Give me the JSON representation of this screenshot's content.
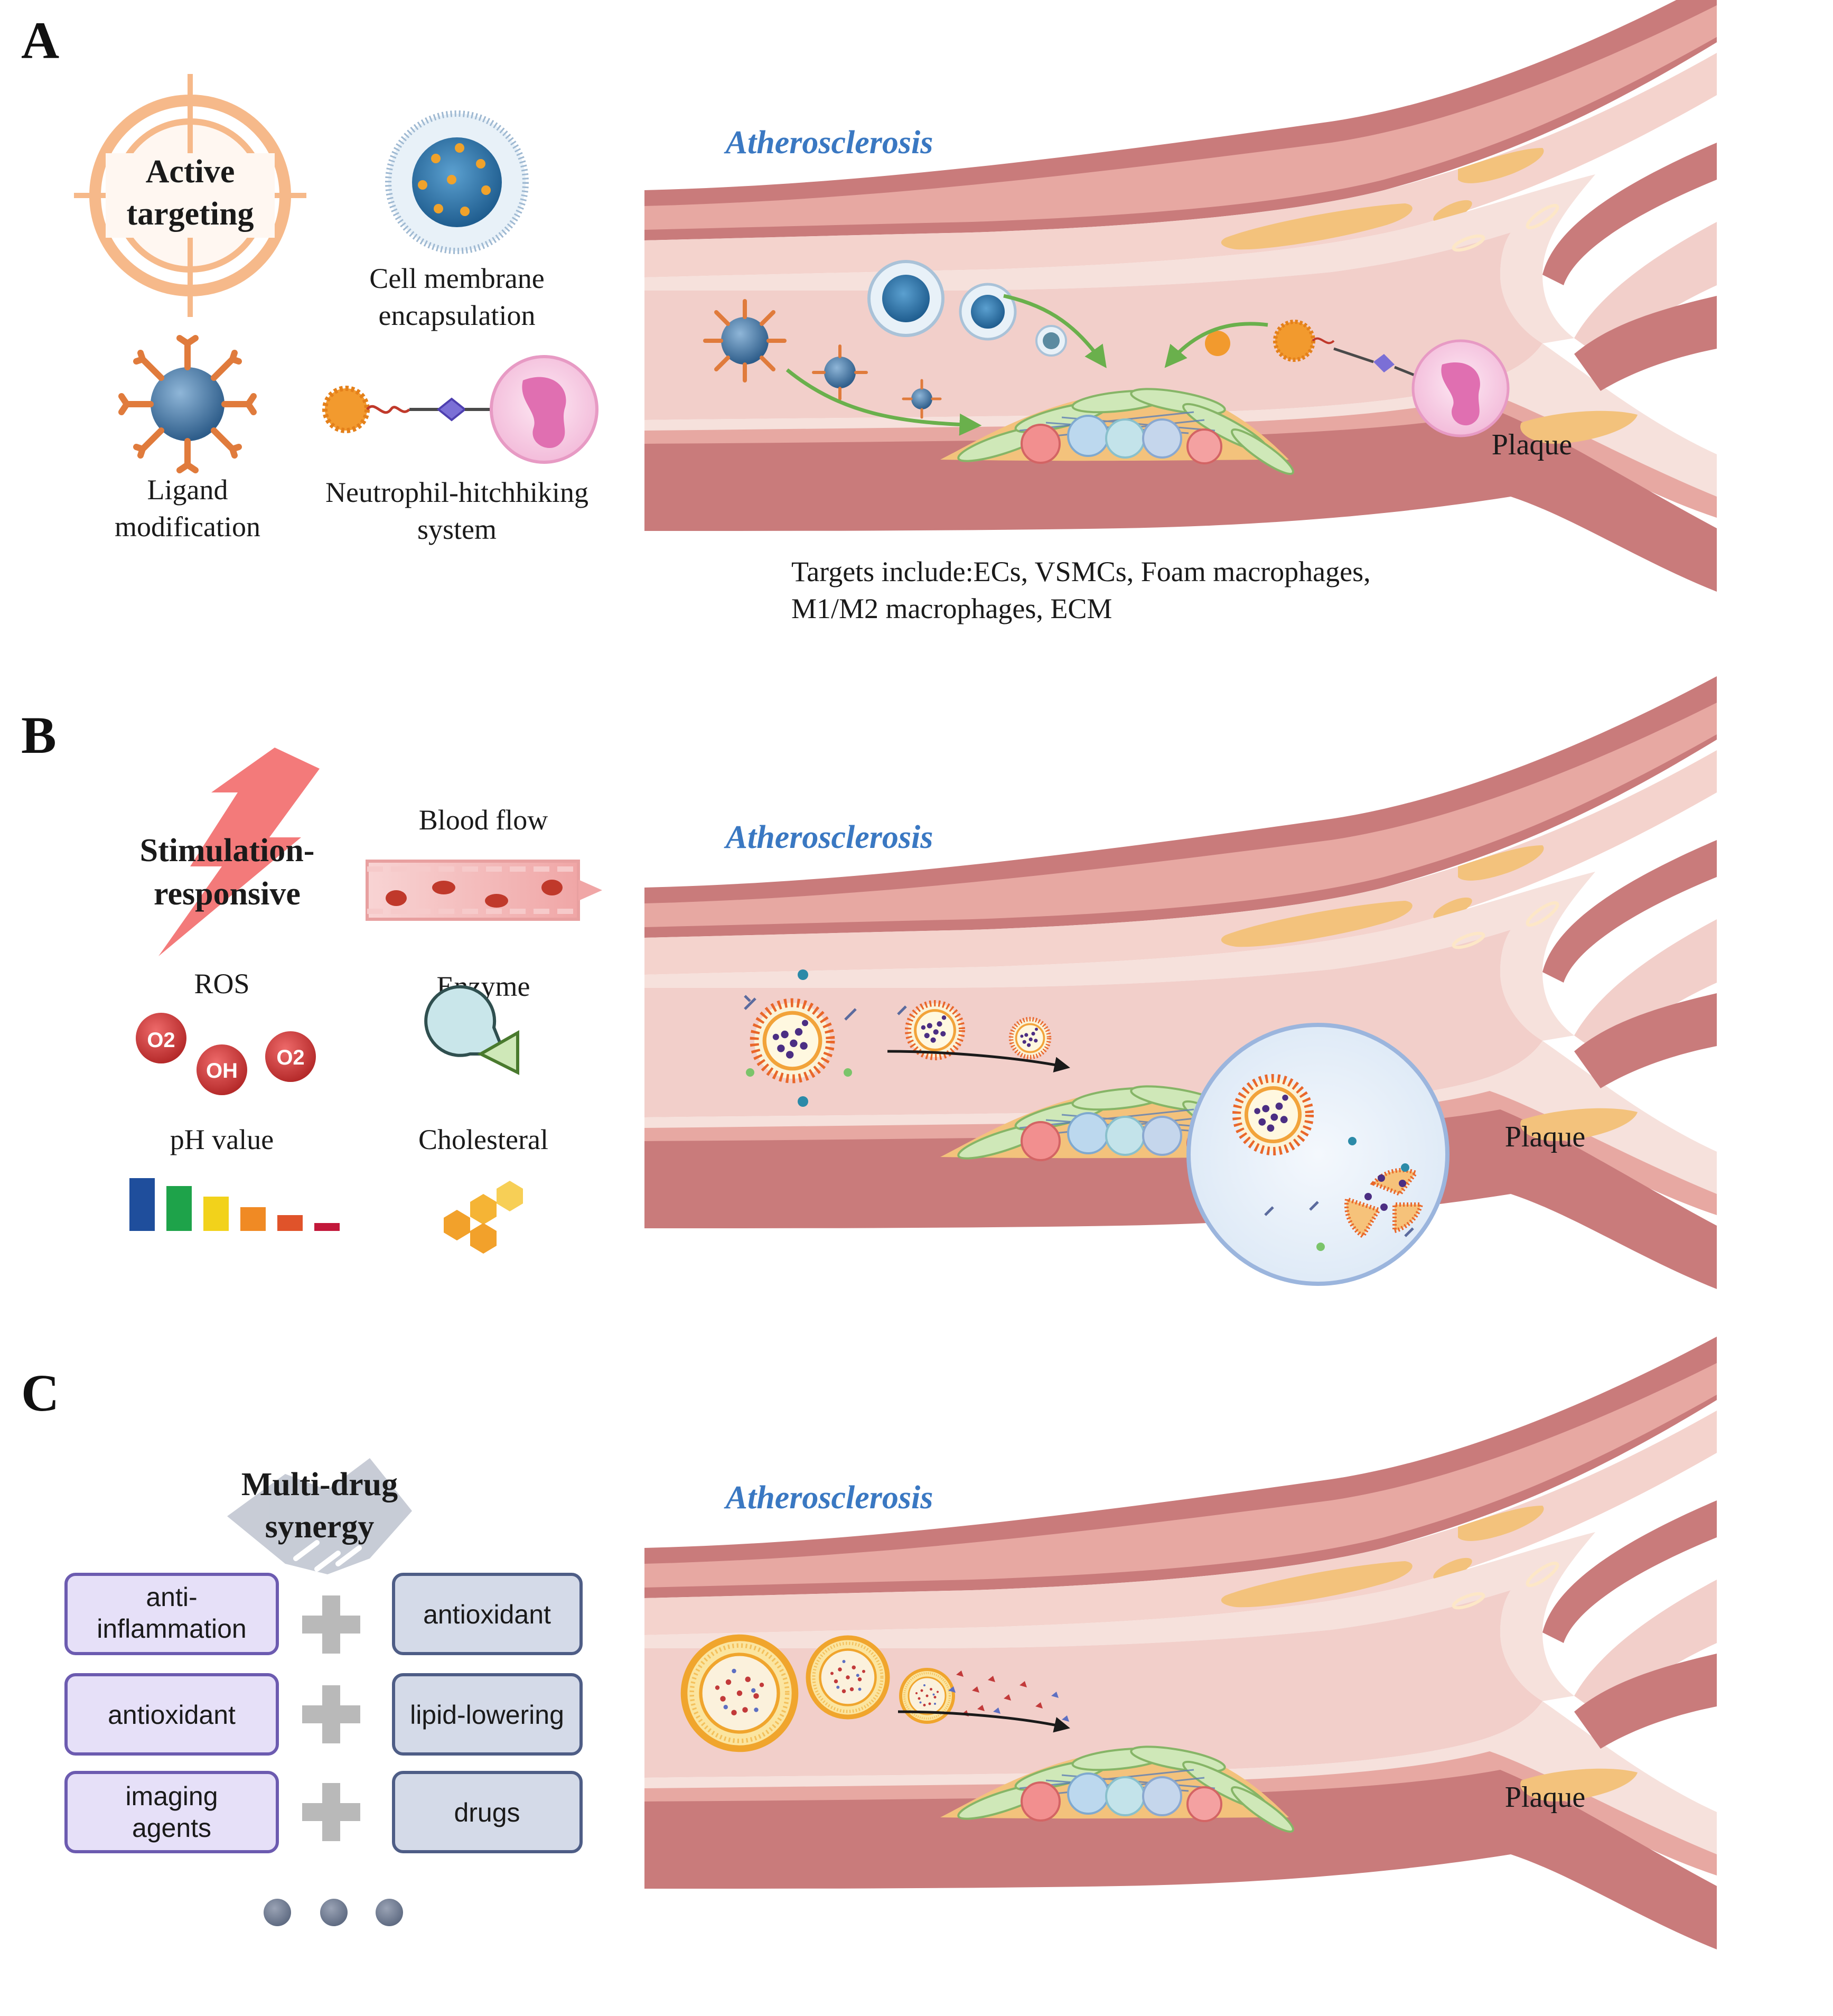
{
  "panels": {
    "a": {
      "letter": "A",
      "title": "Atherosclerosis",
      "strategy_line1": "Active",
      "strategy_line2": "targeting",
      "cell_membrane_line1": "Cell membrane",
      "cell_membrane_line2": "encapsulation",
      "ligand_line1": "Ligand",
      "ligand_line2": "modification",
      "neutrophil_line1": "Neutrophil-hitchhiking",
      "neutrophil_line2": "system",
      "plaque_label": "Plaque",
      "targets_line1": "Targets include:ECs, VSMCs, Foam macrophages,",
      "targets_line2": "M1/M2 macrophages, ECM"
    },
    "b": {
      "letter": "B",
      "title": "Atherosclerosis",
      "strategy_line1": "Stimulation-",
      "strategy_line2": "responsive",
      "blood_flow": "Blood flow",
      "ros": "ROS",
      "ros_o2_a": "O2",
      "ros_oh": "OH",
      "ros_o2_b": "O2",
      "enzyme": "Enzyme",
      "ph_value": "pH value",
      "cholesterol": "Cholesteral",
      "plaque_label": "Plaque"
    },
    "c": {
      "letter": "C",
      "title": "Atherosclerosis",
      "strategy_line1": "Multi-drug",
      "strategy_line2": "synergy",
      "left_boxes": [
        {
          "line1": "anti-",
          "line2": "inflammation"
        },
        {
          "line1": "antioxidant",
          "line2": ""
        },
        {
          "line1": "imaging",
          "line2": "agents"
        }
      ],
      "right_boxes": [
        "antioxidant",
        "lipid-lowering",
        "drugs"
      ],
      "plaque_label": "Plaque"
    }
  },
  "colors": {
    "title_blue": "#3a78c2",
    "vessel_wall": "#c97b7b",
    "vessel_light": "#f1c9c4",
    "lumen": "#f6dcd8",
    "fat": "#f3c27c",
    "plaque_green": "#cfe8b8",
    "arrow_green": "#6ab04c",
    "target_orange": "#f6b98a",
    "left_box_fill": "#e6e0f8",
    "left_box_stroke": "#6c5bb0",
    "right_box_fill": "#d4dae8",
    "right_box_stroke": "#4e5d86",
    "lightning": "#f26b6b"
  },
  "icons": [
    "target-icon",
    "nanoparticle-icon",
    "neutrophil-icon",
    "lightning-icon",
    "blood-vessel-icon",
    "ros-icon",
    "enzyme-icon",
    "ph-gradient-icon",
    "cholesterol-icon",
    "handshake-icon",
    "plus-icon",
    "ellipsis-dots-icon",
    "liposome-icon"
  ]
}
